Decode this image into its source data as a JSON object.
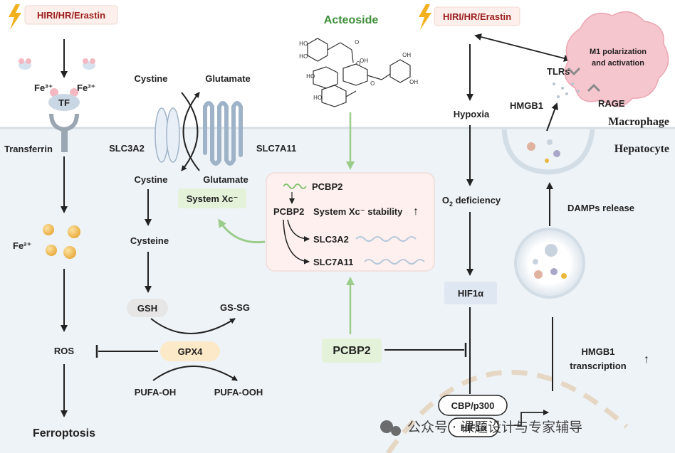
{
  "stimulus_label": "HIRI/HR/Erastin",
  "drug_name": "Acteoside",
  "left": {
    "fe3": "Fe³⁺",
    "tf": "TF",
    "transferrin": "Transferrin",
    "fe2": "Fe²⁺",
    "ros": "ROS",
    "ferroptosis": "Ferroptosis"
  },
  "system_xc": {
    "cystine_out": "Cystine",
    "glutamate_out": "Glutamate",
    "slc3a2": "SLC3A2",
    "slc7a11": "SLC7A11",
    "cystine_in": "Cystine",
    "glutamate_in": "Glutamate",
    "badge": "System Xc⁻"
  },
  "gsh_path": {
    "cysteine": "Cysteine",
    "gsh": "GSH",
    "gssg": "GS-SG",
    "gpx4": "GPX4",
    "pufa_oh": "PUFA-OH",
    "pufa_ooh": "PUFA-OOH"
  },
  "center_box": {
    "pcbp2_top": "PCBP2",
    "pcbp2_left": "PCBP2",
    "stability": "System Xc⁻ stability",
    "stability_arrow": "↑",
    "slc3a2": "SLC3A2",
    "slc7a11": "SLC7A11"
  },
  "pcbp2_bottom": "PCBP2",
  "right": {
    "hypoxia": "Hypoxia",
    "o2_prefix": "O",
    "o2_sub": "2",
    "o2_suffix": " deficiency",
    "hif1a": "HIF1α",
    "cbp": "CBP/p300",
    "hif1a_nuc": "HIF1α",
    "hmgb1_transcription_line1": "HMGB1",
    "hmgb1_transcription_line2": "transcription",
    "transcription_arrow": "↑",
    "damps": "DAMPs release",
    "hmgb1": "HMGB1",
    "tlrs": "TLRs",
    "rage": "RAGE",
    "m1_line1": "M1 polarization",
    "m1_line2": "and activation",
    "macrophage": "Macrophage",
    "hepatocyte": "Hepatocyte"
  },
  "watermark": "公众号 · 课题设计与专家辅导",
  "colors": {
    "background_cell": "#eef3f7",
    "lightning": "#f2b01e",
    "stimulus_text": "#9b1c1c",
    "drug_text": "#3f8f3a",
    "green_arrow": "#9ccc8a",
    "badge_green": "#e3f2d9",
    "gpx4_bg": "#fce9c8",
    "hif_bg": "#dfe8f2",
    "macrophage_pink": "#f6c6cf",
    "center_box_bg": "#fdf0ee",
    "fe_ball": "#f0c15a"
  }
}
